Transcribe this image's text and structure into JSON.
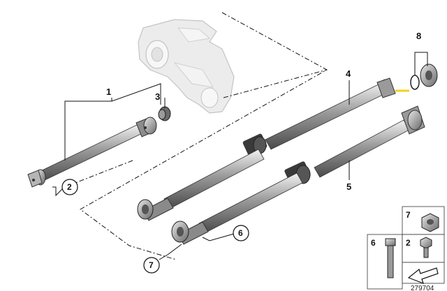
{
  "callouts": {
    "c1": "1",
    "c2": "2",
    "c3": "3",
    "c4": "4",
    "c5": "5",
    "c6": "6",
    "c7": "7",
    "c8": "8"
  },
  "legend": {
    "nut_label": "7",
    "bolt_label": "6",
    "screw_label": "2"
  },
  "diagram_ref": "279704",
  "colors": {
    "line": "#111111",
    "shaft_dark": "#6b6b6b",
    "shaft_light": "#cfcfcf",
    "gearbox": "#e6e6e6",
    "highlight": "#f2d21b"
  }
}
